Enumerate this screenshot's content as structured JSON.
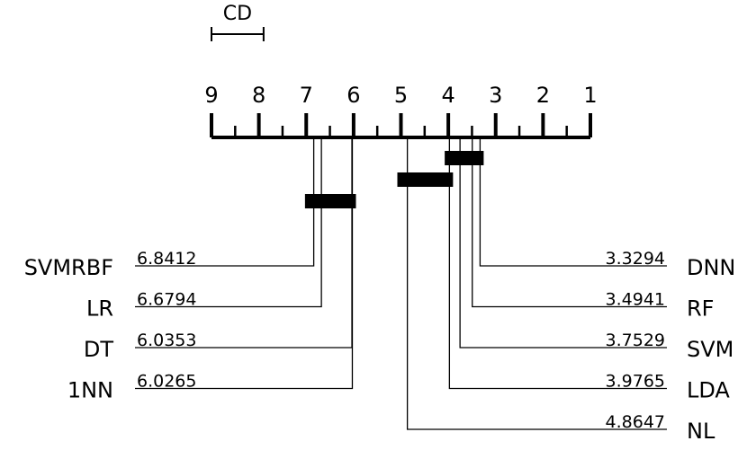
{
  "chart_data": {
    "type": "critical-difference",
    "title": "",
    "axis": {
      "min": 1,
      "max": 9,
      "reversed": true,
      "ticks": [
        9,
        8,
        7,
        6,
        5,
        4,
        3,
        2,
        1
      ],
      "minor_step": 0.5
    },
    "cd_label": "CD",
    "cd_value": 1.1,
    "methods_left": [
      {
        "name": "SVMRBF",
        "rank": 6.8412,
        "rank_label": "6.8412"
      },
      {
        "name": "LR",
        "rank": 6.6794,
        "rank_label": "6.6794"
      },
      {
        "name": "DT",
        "rank": 6.0353,
        "rank_label": "6.0353"
      },
      {
        "name": "1NN",
        "rank": 6.0265,
        "rank_label": "6.0265"
      }
    ],
    "methods_right": [
      {
        "name": "DNN",
        "rank": 3.3294,
        "rank_label": "3.3294"
      },
      {
        "name": "RF",
        "rank": 3.4941,
        "rank_label": "3.4941"
      },
      {
        "name": "SVM",
        "rank": 3.7529,
        "rank_label": "3.7529"
      },
      {
        "name": "LDA",
        "rank": 3.9765,
        "rank_label": "3.9765"
      },
      {
        "name": "NL",
        "rank": 4.8647,
        "rank_label": "4.8647"
      }
    ],
    "cliques": [
      {
        "from": 3.3294,
        "to": 4.0
      },
      {
        "from": 3.9765,
        "to": 5.0
      },
      {
        "from": 6.0265,
        "to": 6.95
      }
    ]
  }
}
